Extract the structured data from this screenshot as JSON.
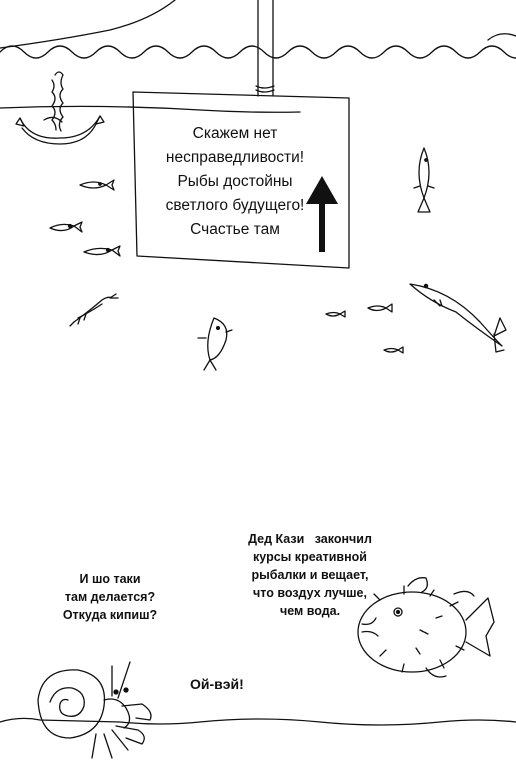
{
  "sign": {
    "lines": [
      "Скажем нет",
      "несправедливости!",
      "Рыбы достойны",
      "светлого будущего!",
      "Счастье там"
    ]
  },
  "crab_speech": {
    "lines": [
      "И шо таки",
      "там делается?",
      "Откуда кипиш?"
    ]
  },
  "grandpa_caption": {
    "lines": [
      "Дед Кази   закончил",
      "курсы креативной",
      "рыбалки и вещает,",
      "что воздух лучше,",
      "чем вода."
    ]
  },
  "exclamation": "Ой-вэй!",
  "colors": {
    "ink": "#111111",
    "paper": "#ffffff"
  },
  "icons": [
    "anchor-icon",
    "arrow-up-icon",
    "fish-icon",
    "pufferfish-icon",
    "hermit-crab-icon",
    "shrimp-icon"
  ]
}
